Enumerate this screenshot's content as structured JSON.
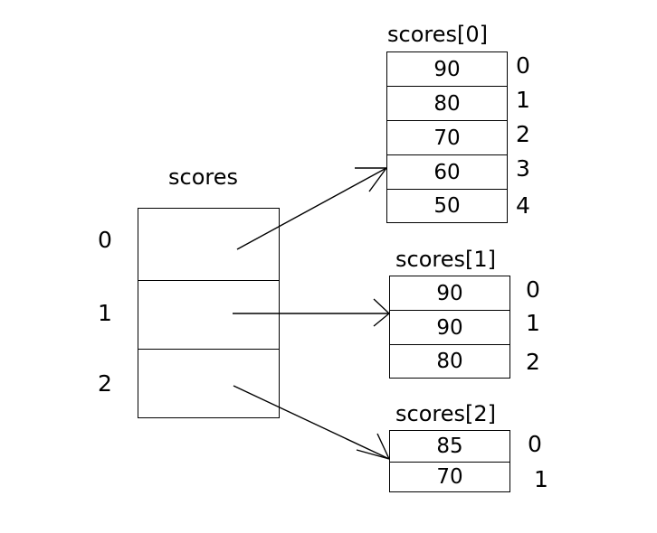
{
  "diagram": {
    "title": "scores",
    "outer_array": {
      "name": "scores",
      "label": "scores",
      "indices": [
        "0",
        "1",
        "2"
      ]
    },
    "inner_arrays": [
      {
        "label": "scores[0]",
        "values": [
          "90",
          "80",
          "70",
          "60",
          "50"
        ],
        "indices": [
          "0",
          "1",
          "2",
          "3",
          "4"
        ]
      },
      {
        "label": "scores[1]",
        "values": [
          "90",
          "90",
          "80"
        ],
        "indices": [
          "0",
          "1",
          "2"
        ]
      },
      {
        "label": "scores[2]",
        "values": [
          "85",
          "70"
        ],
        "indices": [
          "0",
          "1"
        ]
      }
    ],
    "colors": {
      "stroke": "#000000",
      "background": "#ffffff",
      "text": "#000000"
    }
  }
}
